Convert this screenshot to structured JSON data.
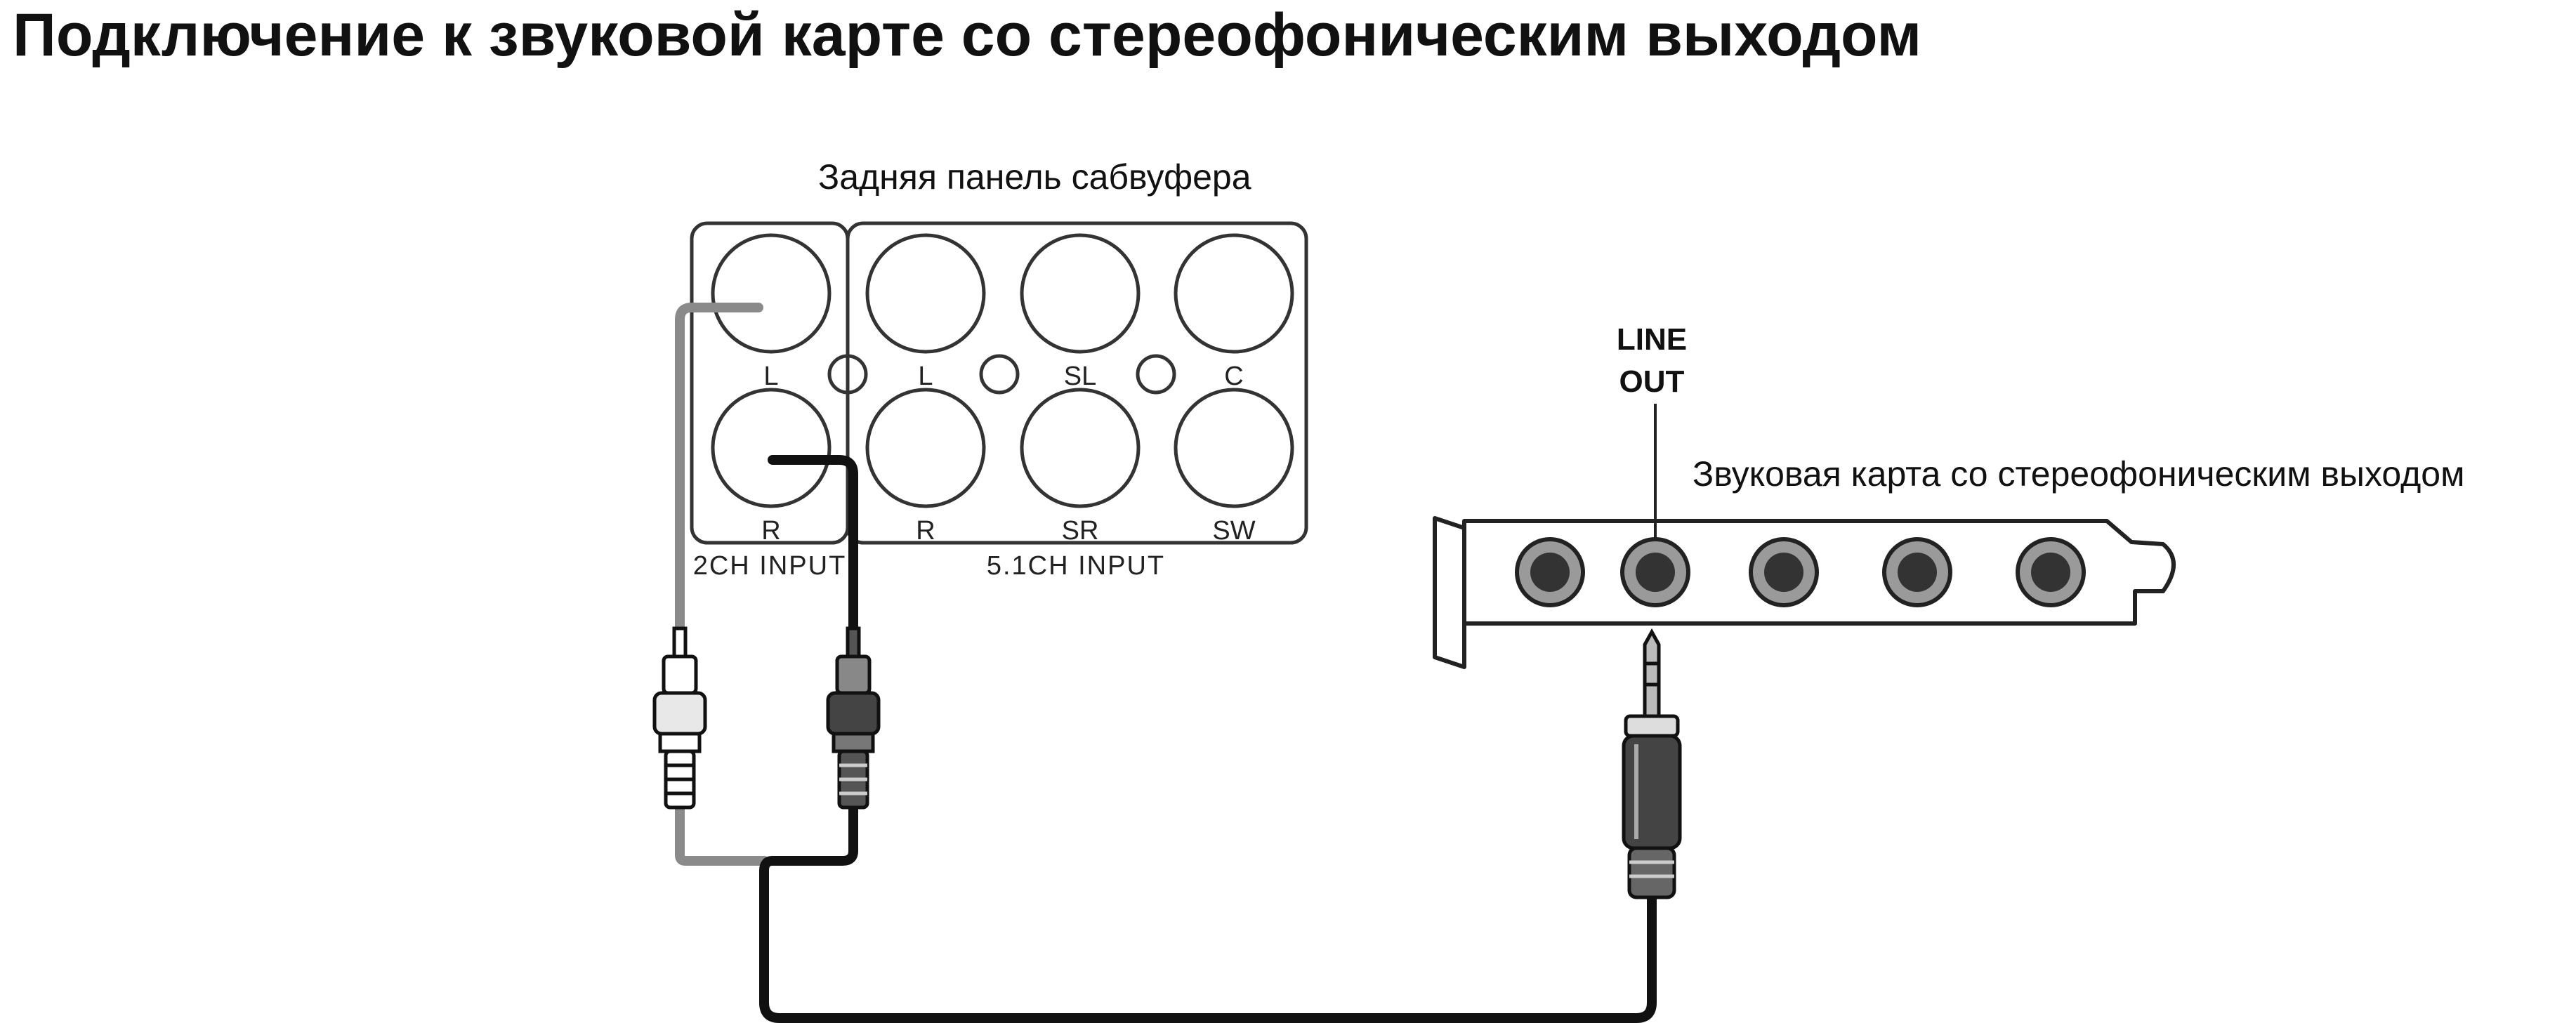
{
  "title": "Подключение к звуковой карте со стереофоническим выходом",
  "subwoofer": {
    "caption": "Задняя панель сабвуфера",
    "input_2ch": {
      "label": "2CH INPUT",
      "jacks": [
        "L",
        "R"
      ]
    },
    "input_51ch": {
      "label": "5.1CH INPUT",
      "top_jacks": [
        "L",
        "SL",
        "C"
      ],
      "bottom_jacks": [
        "R",
        "SR",
        "SW"
      ]
    }
  },
  "sound_card": {
    "caption": "Звуковая карта со стереофоническим выходом",
    "port_label": [
      "LINE",
      "OUT"
    ],
    "ports": 5
  },
  "cable": {
    "left_color": "#8a8a8a",
    "right_color": "#111111"
  }
}
